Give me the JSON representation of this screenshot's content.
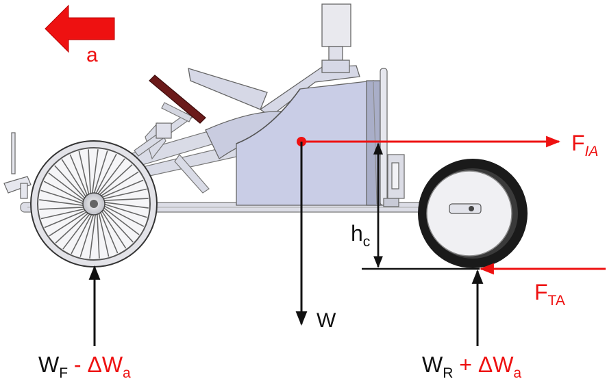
{
  "accel": {
    "label": "a"
  },
  "weight": {
    "label": "W"
  },
  "cg_height": {
    "main": "h",
    "sub": "c"
  },
  "inertia_force": {
    "main": "F",
    "sub": "IA"
  },
  "traction_force": {
    "main": "F",
    "sub": "TA"
  },
  "front_load": {
    "main": "W",
    "sub": "F",
    "op": " - ΔW",
    "op_sub": "a"
  },
  "rear_load": {
    "main": "W",
    "sub": "R",
    "op": " + ΔW",
    "op_sub": "a"
  },
  "colors": {
    "force": "#ee1111",
    "ink": "#111111",
    "body": "#c9cde6",
    "frame": "#d9dbe6",
    "tire": "#1a1a1a",
    "steering": "#6b1a1a"
  }
}
